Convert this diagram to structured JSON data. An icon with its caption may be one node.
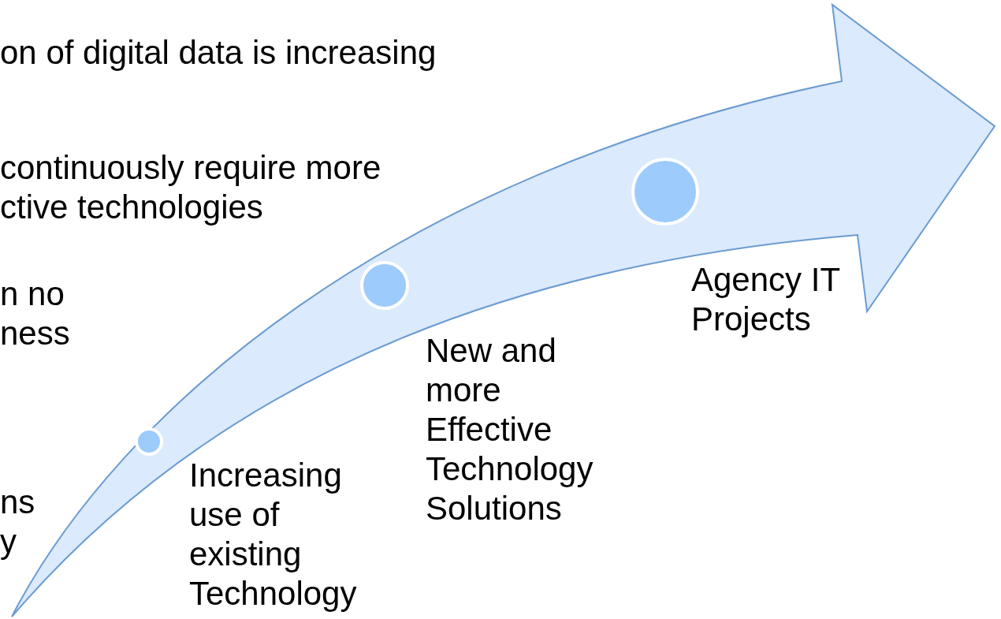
{
  "diagram": {
    "nodes": [
      {
        "text": [],
        "shape": "circle",
        "beside": [
          "Increasing use of existing Technology"
        ]
      },
      {
        "text": [],
        "shape": "circle",
        "beside": [
          "New and more Effective Technology Solutions"
        ]
      },
      {
        "text": [],
        "shape": "circle",
        "beside": [
          "Agency IT Projects"
        ]
      }
    ],
    "edges": [],
    "labels": [
      "on of digital data is increasing",
      "continuously require more ctive technologies",
      "n no ness",
      "ns y"
    ]
  }
}
